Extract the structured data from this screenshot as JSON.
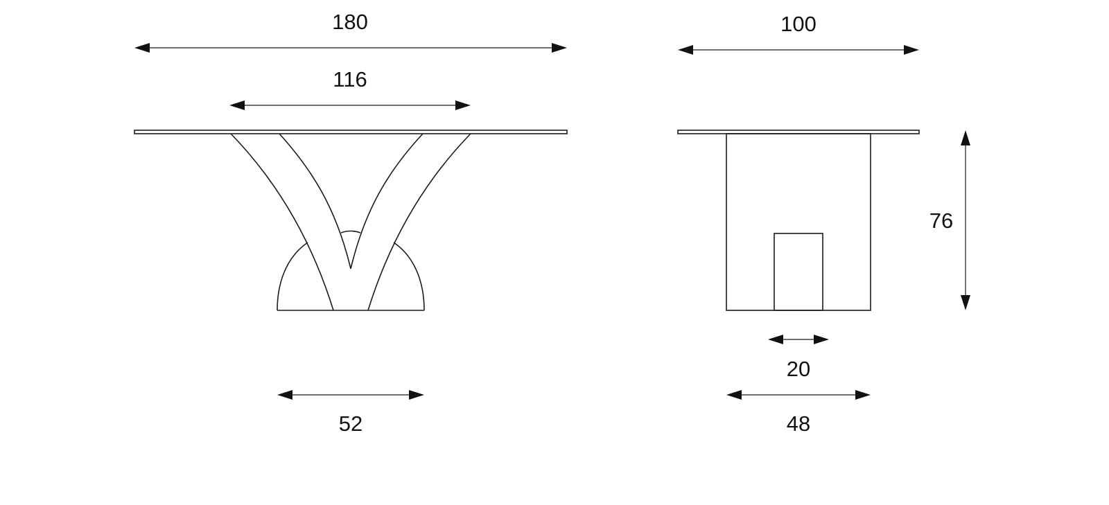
{
  "front_view": {
    "overall_width": "180",
    "base_span": "116",
    "base_width": "52"
  },
  "side_view": {
    "overall_depth": "100",
    "height": "76",
    "foot_width": "20",
    "base_depth": "48"
  }
}
